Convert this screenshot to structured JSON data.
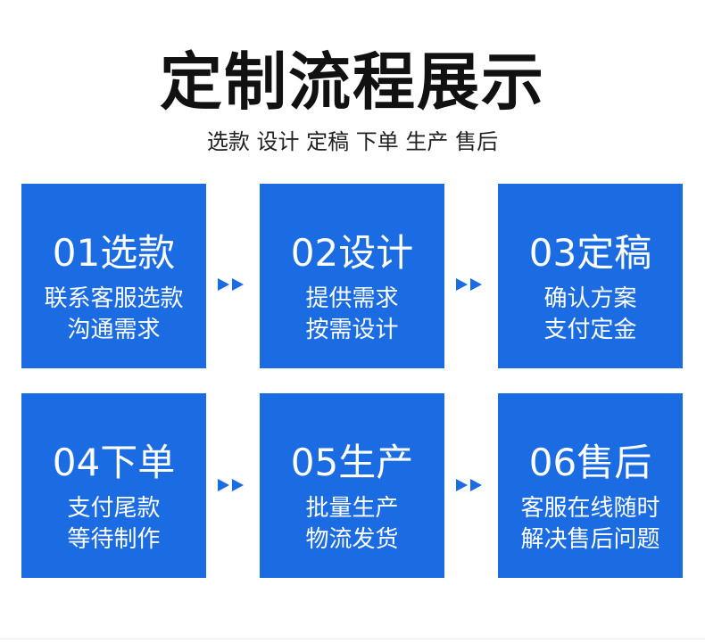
{
  "title": "定制流程展示",
  "subtitle": "选款 设计 定稿 下单 生产 售后",
  "colors": {
    "card_blue": "#1b6be3",
    "arrow_blue": "#1b6be3",
    "title": "#111111"
  },
  "arrow_icon": "double-chevron-right-icon",
  "steps": [
    {
      "head": "01选款",
      "line1": "联系客服选款",
      "line2": "沟通需求"
    },
    {
      "head": "02设计",
      "line1": "提供需求",
      "line2": "按需设计"
    },
    {
      "head": "03定稿",
      "line1": "确认方案",
      "line2": "支付定金"
    },
    {
      "head": "04下单",
      "line1": "支付尾款",
      "line2": "等待制作"
    },
    {
      "head": "05生产",
      "line1": "批量生产",
      "line2": "物流发货"
    },
    {
      "head": "06售后",
      "line1": "客服在线随时",
      "line2": "解决售后问题"
    }
  ]
}
